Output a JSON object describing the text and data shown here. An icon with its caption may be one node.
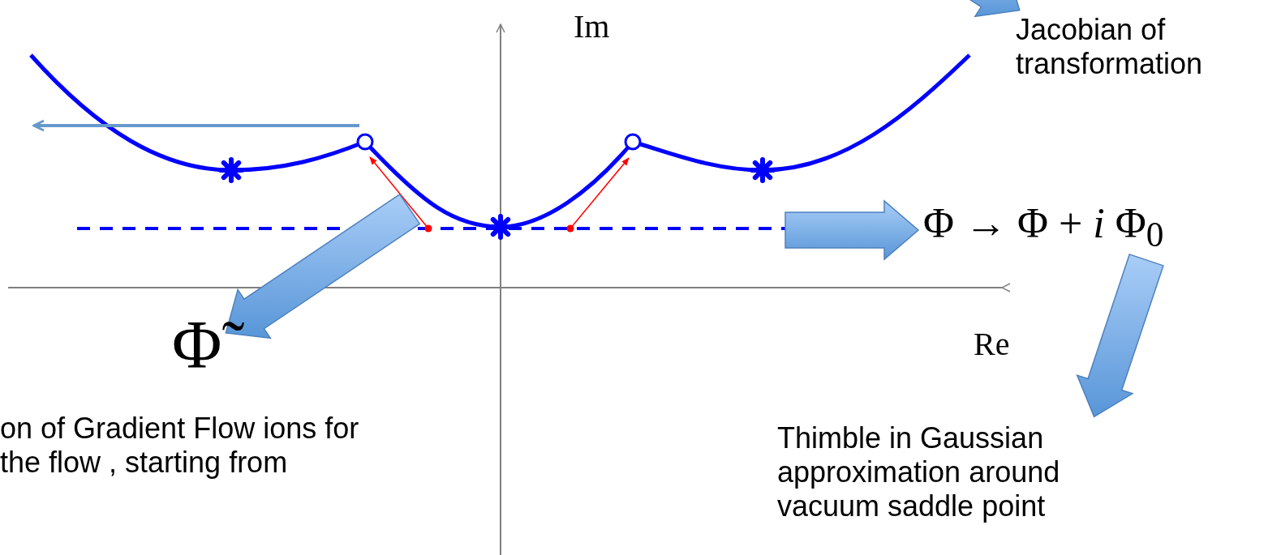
{
  "diagram": {
    "nodes": [
      {
        "text": [
          "Jacobian of transformation"
        ]
      },
      {
        "text": [
          "Φ → Φ + *i* Φ$_{0}$"
        ]
      },
      {
        "text": [
          "Φ̃"
        ]
      },
      {
        "text": [
          "Thimble in Gaussian approximation around vacuum saddle point"
        ]
      }
    ],
    "edges": [
      {
        "from": null,
        "to": 1,
        "arrow": "to"
      },
      {
        "from": 1,
        "to": 3,
        "arrow": "to"
      },
      {
        "from": null,
        "to": 0,
        "arrow": "to"
      },
      {
        "from": null,
        "to": 2,
        "arrow": "to"
      }
    ],
    "labels": [
      "Im",
      "Re",
      "on of Gradient Flow ions for the flow , starting from"
    ]
  }
}
